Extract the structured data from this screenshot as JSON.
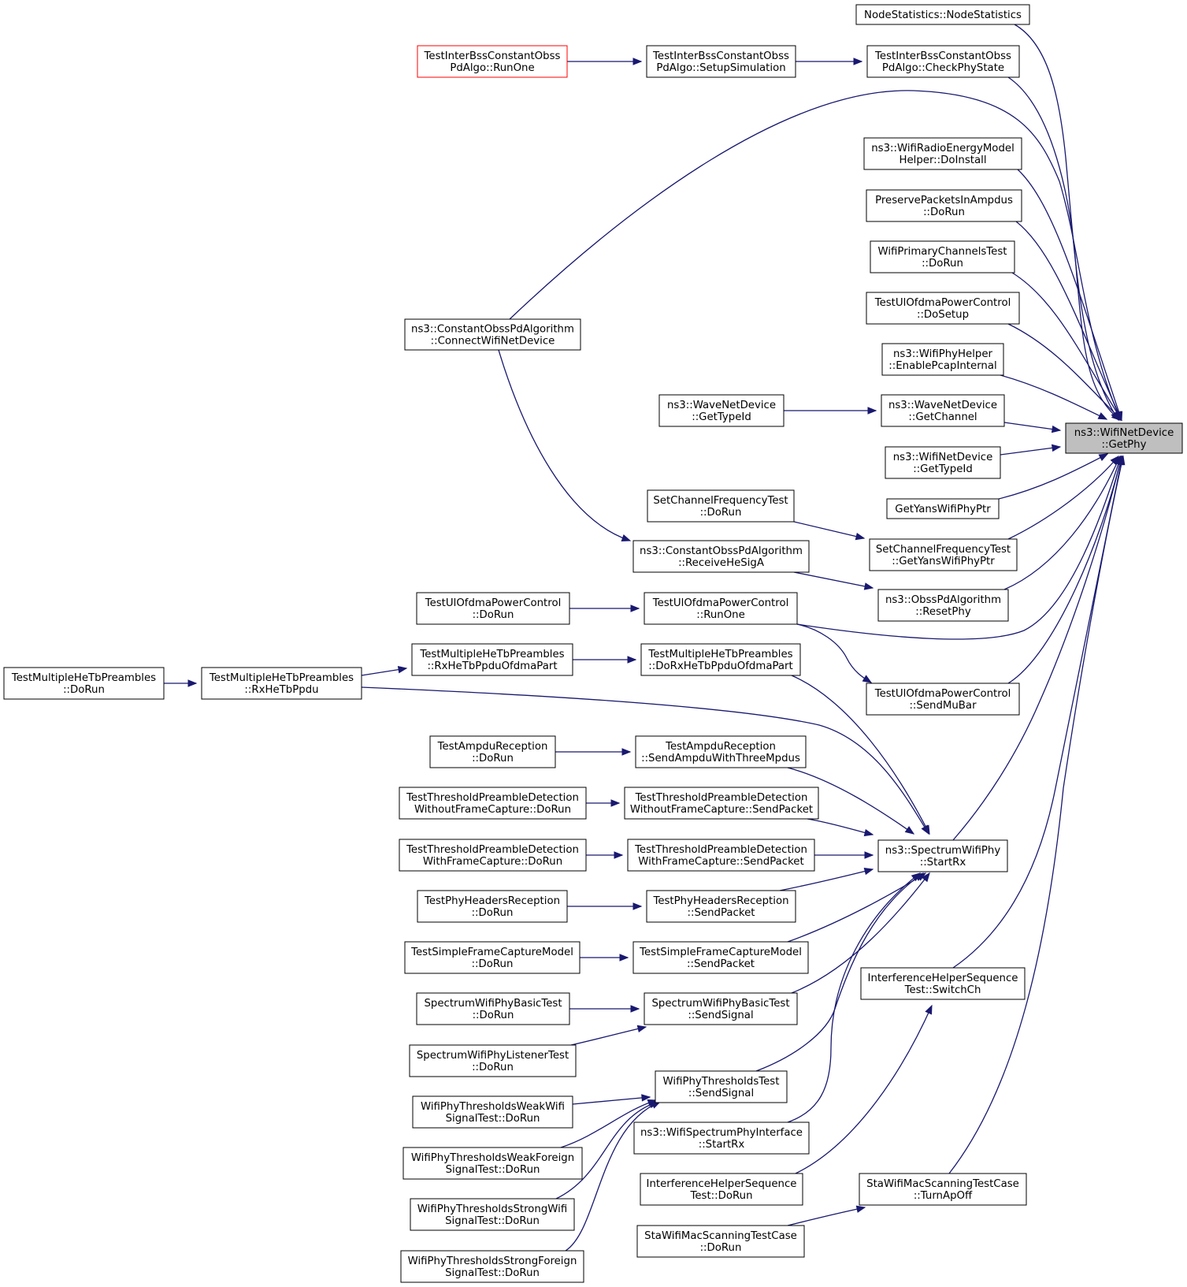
{
  "diagram": {
    "nodes": [
      {
        "id": "n1",
        "lines": [
          "ns3::WifiNetDevice",
          "::GetPhy"
        ],
        "style": "focus"
      },
      {
        "id": "n2",
        "lines": [
          "NodeStatistics::NodeStatistics"
        ]
      },
      {
        "id": "n3",
        "lines": [
          "TestInterBssConstantObss",
          "PdAlgo::CheckPhyState"
        ]
      },
      {
        "id": "n4",
        "lines": [
          "TestInterBssConstantObss",
          "PdAlgo::SetupSimulation"
        ]
      },
      {
        "id": "n5",
        "lines": [
          "TestInterBssConstantObss",
          "PdAlgo::RunOne"
        ],
        "style": "root"
      },
      {
        "id": "n6",
        "lines": [
          "ns3::ConstantObssPdAlgorithm",
          "::ConnectWifiNetDevice"
        ]
      },
      {
        "id": "n7",
        "lines": [
          "ns3::WifiRadioEnergyModel",
          "Helper::DoInstall"
        ]
      },
      {
        "id": "n8",
        "lines": [
          "PreservePacketsInAmpdus",
          "::DoRun"
        ]
      },
      {
        "id": "n9",
        "lines": [
          "WifiPrimaryChannelsTest",
          "::DoRun"
        ]
      },
      {
        "id": "n10",
        "lines": [
          "TestUlOfdmaPowerControl",
          "::DoSetup"
        ]
      },
      {
        "id": "n11",
        "lines": [
          "ns3::WifiPhyHelper",
          "::EnablePcapInternal"
        ]
      },
      {
        "id": "n12",
        "lines": [
          "ns3::WaveNetDevice",
          "::GetChannel"
        ]
      },
      {
        "id": "n13",
        "lines": [
          "ns3::WaveNetDevice",
          "::GetTypeId"
        ]
      },
      {
        "id": "n14",
        "lines": [
          "ns3::WifiNetDevice",
          "::GetTypeId"
        ]
      },
      {
        "id": "n15",
        "lines": [
          "GetYansWifiPhyPtr"
        ]
      },
      {
        "id": "n16",
        "lines": [
          "SetChannelFrequencyTest",
          "::GetYansWifiPhyPtr"
        ]
      },
      {
        "id": "n17",
        "lines": [
          "SetChannelFrequencyTest",
          "::DoRun"
        ]
      },
      {
        "id": "n18",
        "lines": [
          "ns3::ObssPdAlgorithm",
          "::ResetPhy"
        ]
      },
      {
        "id": "n19",
        "lines": [
          "ns3::ConstantObssPdAlgorithm",
          "::ReceiveHeSigA"
        ]
      },
      {
        "id": "n20",
        "lines": [
          "TestUlOfdmaPowerControl",
          "::RunOne"
        ]
      },
      {
        "id": "n21",
        "lines": [
          "TestUlOfdmaPowerControl",
          "::DoRun"
        ]
      },
      {
        "id": "n22",
        "lines": [
          "TestUlOfdmaPowerControl",
          "::SendMuBar"
        ]
      },
      {
        "id": "n23",
        "lines": [
          "ns3::SpectrumWifiPhy",
          "::StartRx"
        ]
      },
      {
        "id": "n24",
        "lines": [
          "TestMultipleHeTbPreambles",
          "::RxHeTbPpdu"
        ]
      },
      {
        "id": "n25",
        "lines": [
          "TestMultipleHeTbPreambles",
          "::DoRun"
        ]
      },
      {
        "id": "n26",
        "lines": [
          "TestMultipleHeTbPreambles",
          "::RxHeTbPpduOfdmaPart"
        ]
      },
      {
        "id": "n27",
        "lines": [
          "TestMultipleHeTbPreambles",
          "::DoRxHeTbPpduOfdmaPart"
        ]
      },
      {
        "id": "n28",
        "lines": [
          "TestAmpduReception",
          "::SendAmpduWithThreeMpdus"
        ]
      },
      {
        "id": "n29",
        "lines": [
          "TestAmpduReception",
          "::DoRun"
        ]
      },
      {
        "id": "n30",
        "lines": [
          "TestThresholdPreambleDetection",
          "WithoutFrameCapture::SendPacket"
        ]
      },
      {
        "id": "n31",
        "lines": [
          "TestThresholdPreambleDetection",
          "WithoutFrameCapture::DoRun"
        ]
      },
      {
        "id": "n32",
        "lines": [
          "TestThresholdPreambleDetection",
          "WithFrameCapture::SendPacket"
        ]
      },
      {
        "id": "n33",
        "lines": [
          "TestThresholdPreambleDetection",
          "WithFrameCapture::DoRun"
        ]
      },
      {
        "id": "n34",
        "lines": [
          "TestPhyHeadersReception",
          "::SendPacket"
        ]
      },
      {
        "id": "n35",
        "lines": [
          "TestPhyHeadersReception",
          "::DoRun"
        ]
      },
      {
        "id": "n36",
        "lines": [
          "TestSimpleFrameCaptureModel",
          "::SendPacket"
        ]
      },
      {
        "id": "n37",
        "lines": [
          "TestSimpleFrameCaptureModel",
          "::DoRun"
        ]
      },
      {
        "id": "n38",
        "lines": [
          "SpectrumWifiPhyBasicTest",
          "::SendSignal"
        ]
      },
      {
        "id": "n39",
        "lines": [
          "SpectrumWifiPhyBasicTest",
          "::DoRun"
        ]
      },
      {
        "id": "n40",
        "lines": [
          "SpectrumWifiPhyListenerTest",
          "::DoRun"
        ]
      },
      {
        "id": "n41",
        "lines": [
          "WifiPhyThresholdsTest",
          "::SendSignal"
        ]
      },
      {
        "id": "n42",
        "lines": [
          "WifiPhyThresholdsWeakWifi",
          "SignalTest::DoRun"
        ]
      },
      {
        "id": "n43",
        "lines": [
          "WifiPhyThresholdsWeakForeign",
          "SignalTest::DoRun"
        ]
      },
      {
        "id": "n44",
        "lines": [
          "WifiPhyThresholdsStrongWifi",
          "SignalTest::DoRun"
        ]
      },
      {
        "id": "n45",
        "lines": [
          "WifiPhyThresholdsStrongForeign",
          "SignalTest::DoRun"
        ]
      },
      {
        "id": "n46",
        "lines": [
          "ns3::WifiSpectrumPhyInterface",
          "::StartRx"
        ]
      },
      {
        "id": "n47",
        "lines": [
          "InterferenceHelperSequence",
          "Test::SwitchCh"
        ]
      },
      {
        "id": "n48",
        "lines": [
          "InterferenceHelperSequence",
          "Test::DoRun"
        ]
      },
      {
        "id": "n49",
        "lines": [
          "StaWifiMacScanningTestCase",
          "::TurnApOff"
        ]
      },
      {
        "id": "n50",
        "lines": [
          "StaWifiMacScanningTestCase",
          "::DoRun"
        ]
      }
    ],
    "edges": [
      {
        "from": "n2",
        "to": "n1"
      },
      {
        "from": "n3",
        "to": "n1"
      },
      {
        "from": "n4",
        "to": "n3"
      },
      {
        "from": "n5",
        "to": "n4"
      },
      {
        "from": "n6",
        "to": "n1"
      },
      {
        "from": "n6",
        "to": "n19"
      },
      {
        "from": "n7",
        "to": "n1"
      },
      {
        "from": "n8",
        "to": "n1"
      },
      {
        "from": "n9",
        "to": "n1"
      },
      {
        "from": "n10",
        "to": "n1"
      },
      {
        "from": "n11",
        "to": "n1"
      },
      {
        "from": "n12",
        "to": "n1"
      },
      {
        "from": "n13",
        "to": "n12"
      },
      {
        "from": "n14",
        "to": "n1"
      },
      {
        "from": "n15",
        "to": "n1"
      },
      {
        "from": "n16",
        "to": "n1"
      },
      {
        "from": "n17",
        "to": "n16"
      },
      {
        "from": "n18",
        "to": "n1"
      },
      {
        "from": "n19",
        "to": "n18"
      },
      {
        "from": "n20",
        "to": "n1"
      },
      {
        "from": "n20",
        "to": "n22"
      },
      {
        "from": "n21",
        "to": "n20"
      },
      {
        "from": "n22",
        "to": "n1"
      },
      {
        "from": "n23",
        "to": "n1"
      },
      {
        "from": "n24",
        "to": "n23"
      },
      {
        "from": "n24",
        "to": "n26"
      },
      {
        "from": "n25",
        "to": "n24"
      },
      {
        "from": "n26",
        "to": "n27"
      },
      {
        "from": "n27",
        "to": "n23"
      },
      {
        "from": "n28",
        "to": "n23"
      },
      {
        "from": "n29",
        "to": "n28"
      },
      {
        "from": "n30",
        "to": "n23"
      },
      {
        "from": "n31",
        "to": "n30"
      },
      {
        "from": "n32",
        "to": "n23"
      },
      {
        "from": "n33",
        "to": "n32"
      },
      {
        "from": "n34",
        "to": "n23"
      },
      {
        "from": "n35",
        "to": "n34"
      },
      {
        "from": "n36",
        "to": "n23"
      },
      {
        "from": "n37",
        "to": "n36"
      },
      {
        "from": "n38",
        "to": "n23"
      },
      {
        "from": "n39",
        "to": "n38"
      },
      {
        "from": "n40",
        "to": "n38"
      },
      {
        "from": "n41",
        "to": "n23"
      },
      {
        "from": "n42",
        "to": "n41"
      },
      {
        "from": "n43",
        "to": "n41"
      },
      {
        "from": "n44",
        "to": "n41"
      },
      {
        "from": "n45",
        "to": "n41"
      },
      {
        "from": "n46",
        "to": "n23"
      },
      {
        "from": "n47",
        "to": "n1"
      },
      {
        "from": "n48",
        "to": "n47"
      },
      {
        "from": "n49",
        "to": "n1"
      },
      {
        "from": "n50",
        "to": "n49"
      }
    ]
  }
}
